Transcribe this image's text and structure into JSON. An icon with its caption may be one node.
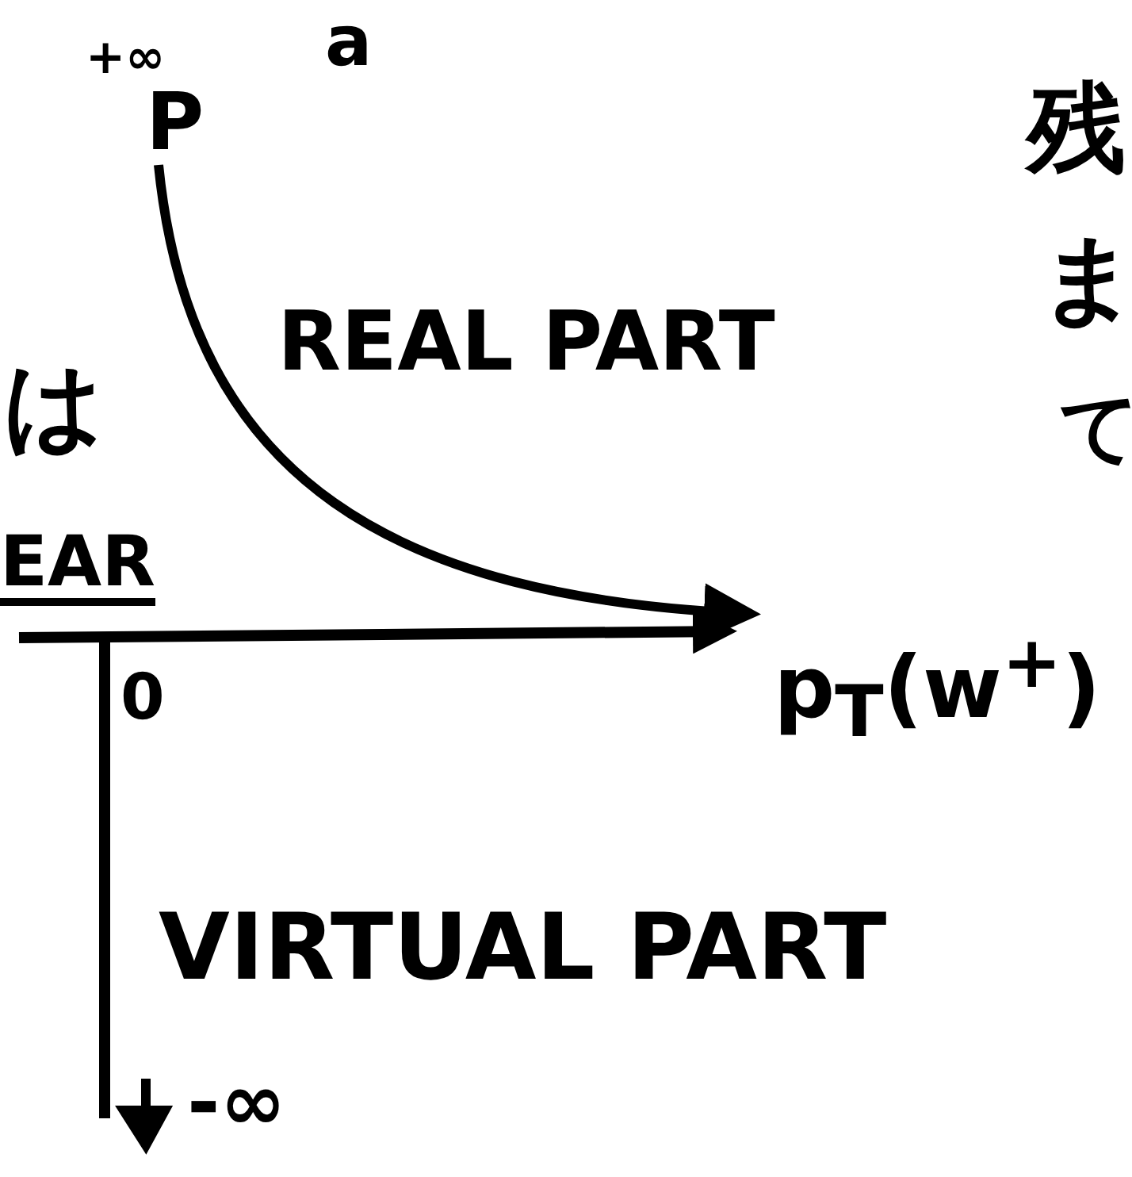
{
  "diagram": {
    "nodes": [
      {
        "text": [
          "P"
        ],
        "beside": [
          "+∞"
        ]
      },
      {
        "text": [
          "p$_{T}$(w$^{+}$)"
        ]
      }
    ],
    "edges": [
      {
        "from": 0,
        "to": 1,
        "arrow": "to"
      }
    ],
    "labels": [
      "a",
      "残",
      "REAL PART",
      "は",
      "ま",
      "て",
      "EAR",
      "0",
      "VIRTUAL PART",
      "-∞"
    ]
  }
}
